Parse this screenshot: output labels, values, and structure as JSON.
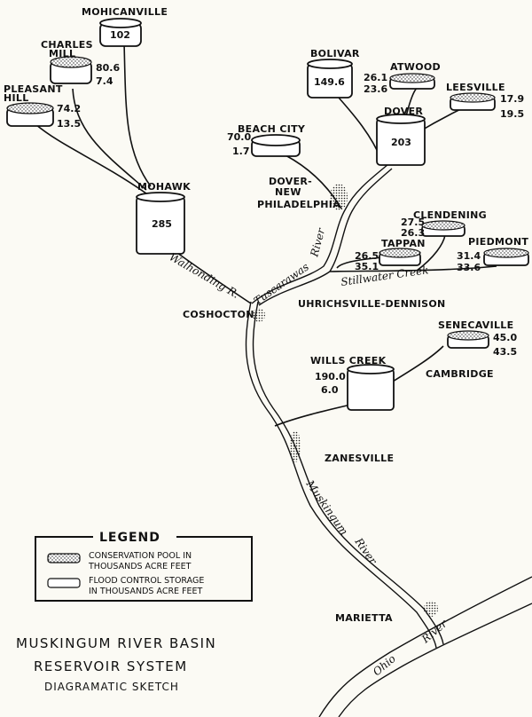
{
  "reservoirs": {
    "mohicanville": {
      "name": "MOHICANVILLE",
      "value": "102"
    },
    "charles_mill": {
      "name_line1": "CHARLES",
      "name_line2": "MILL",
      "pool": "80.6",
      "flood": "7.4"
    },
    "pleasant_hill": {
      "name_line1": "PLEASANT",
      "name_line2": "HILL",
      "pool": "74.2",
      "flood": "13.5"
    },
    "mohawk": {
      "name": "MOHAWK",
      "value": "285"
    },
    "bolivar": {
      "name": "BOLIVAR",
      "value": "149.6"
    },
    "atwood": {
      "name": "ATWOOD",
      "pool": "26.1",
      "flood": "23.6"
    },
    "leesville": {
      "name": "LEESVILLE",
      "pool": "17.9",
      "flood": "19.5"
    },
    "dover": {
      "name": "DOVER",
      "value": "203"
    },
    "beach_city": {
      "name": "BEACH CITY",
      "pool": "70.0",
      "flood": "1.7"
    },
    "clendening": {
      "name": "CLENDENING",
      "pool": "27.5",
      "flood": "26.3"
    },
    "tappan": {
      "name": "TAPPAN",
      "pool": "26.5",
      "flood": "35.1"
    },
    "piedmont": {
      "name": "PIEDMONT",
      "pool": "31.4",
      "flood": "33.6"
    },
    "senecaville": {
      "name": "SENECAVILLE",
      "pool": "45.0",
      "flood": "43.5"
    },
    "wills_creek": {
      "name": "WILLS CREEK",
      "pool": "190.0",
      "flood": "6.0"
    }
  },
  "places": {
    "dover_new_phila_1": "DOVER-",
    "dover_new_phila_2": "NEW",
    "dover_new_phila_3": "PHILADELPHIA",
    "coshocton": "COSHOCTON",
    "uhrichsville": "UHRICHSVILLE-DENNISON",
    "cambridge": "CAMBRIDGE",
    "zanesville": "ZANESVILLE",
    "marietta": "MARIETTA"
  },
  "rivers": {
    "walhonding": "Walhonding R.",
    "tuscarawas": "Tuscarawas",
    "tuscarawas_river": "River",
    "stillwater": "Stillwater Creek",
    "muskingum": "Muskingum",
    "muskingum_river": "River",
    "ohio": "Ohio",
    "ohio_river": "River"
  },
  "legend": {
    "title": "LEGEND",
    "pool_line1": "CONSERVATION POOL IN",
    "pool_line2": "THOUSANDS ACRE FEET",
    "flood_line1": "FLOOD CONTROL STORAGE",
    "flood_line2": "IN THOUSANDS ACRE FEET"
  },
  "title": {
    "line1": "MUSKINGUM RIVER BASIN",
    "line2": "RESERVOIR SYSTEM",
    "line3": "DIAGRAMATIC SKETCH"
  }
}
